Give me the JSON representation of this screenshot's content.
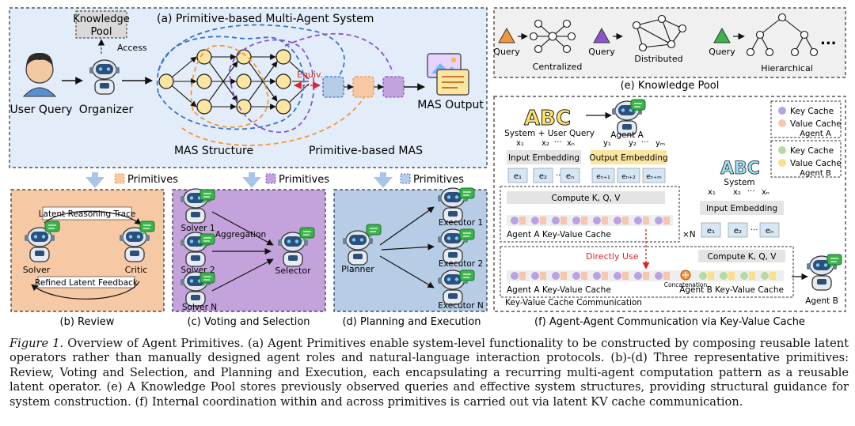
{
  "panel_a": {
    "title": "(a) Primitive-based Multi-Agent System",
    "knowledge_pool": "Knowledge Pool",
    "knowledge_pool_line1": "Knowledge",
    "knowledge_pool_line2": "Pool",
    "access": "Access",
    "user_query": "User Query",
    "organizer": "Organizer",
    "equiv": "Equiv.",
    "mas_output": "MAS Output",
    "mas_structure": "MAS Structure",
    "primitive_mas": "Primitive-based MAS"
  },
  "primitives_label": "Primitives",
  "panel_b": {
    "caption": "(b) Review",
    "trace": "Latent Reasoning Trace",
    "feedback": "Refined Latent Feedback",
    "solver": "Solver",
    "critic": "Critic"
  },
  "panel_c": {
    "caption": "(c) Voting and Selection",
    "solver1": "Solver 1",
    "solver2": "Solver 2",
    "ellipsis": "...",
    "solverN": "Solver N",
    "aggregation": "Aggregation",
    "selector": "Selector"
  },
  "panel_d": {
    "caption": "(d) Planning and Execution",
    "planner": "Planner",
    "executor1": "Executor 1",
    "executor2": "Executor 2",
    "ellipsis": "...",
    "executorN": "Executor N"
  },
  "panel_e": {
    "caption": "(e) Knowledge Pool",
    "query": "Query",
    "centralized": "Centralized",
    "distributed": "Distributed",
    "hierarchical": "Hierarchical",
    "more": "..."
  },
  "panel_f": {
    "caption": "(f) Agent-Agent Communication via Key-Value Cache",
    "abc": "ABC",
    "sys_user_query": "System + User Query",
    "system": "System",
    "agent_a": "Agent A",
    "agent_b": "Agent B",
    "key_cache": "Key Cache",
    "value_cache": "Value Cache",
    "input_embedding": "Input Embedding",
    "output_embedding": "Output Embedding",
    "compute_kqv": "Compute K, Q, V",
    "agent_a_kv": "Agent A Key-Value Cache",
    "agent_b_kv": "Agent B Key-Value Cache",
    "kv_comm": "Key-Value Cache Communication",
    "directly_use": "Directly Use",
    "concatenation": "Concatenation",
    "xN": "×N",
    "x1": "x₁",
    "x2": "x₂",
    "xn": "xₙ",
    "y1": "y₁",
    "y2": "y₂",
    "ym": "yₘ",
    "e1": "e₁",
    "e2": "e₂",
    "en": "eₙ",
    "en1": "eₙ₊₁",
    "en2": "eₙ₊₂",
    "enm": "eₙ₊ₘ",
    "dots": "..."
  },
  "caption": {
    "label": "Figure 1.",
    "text": " Overview of Agent Primitives. (a) Agent Primitives enable system-level functionality to be constructed by composing reusable latent operators rather than manually designed agent roles and natural-language interaction protocols. (b)-(d) Three representative primitives: Review, Voting and Selection, and Planning and Execution, each encapsulating a recurring multi-agent computation pattern as a reusable latent operator. (e) A Knowledge Pool stores previously observed queries and effective system structures, providing structural guidance for system construction. (f) Internal coordination within and across primitives is carried out via latent KV cache communication."
  },
  "colors": {
    "panel_a_bg": "#e3edf9",
    "review_bg": "#f6c9a4",
    "voting_bg": "#c4a3dc",
    "planning_bg": "#b7cde6",
    "node_yellow": "#fbe6a1",
    "blue_dash": "#3a73c8",
    "orange_dash": "#f0963c",
    "purple_dash": "#8a55c9",
    "red": "#d9262c"
  }
}
